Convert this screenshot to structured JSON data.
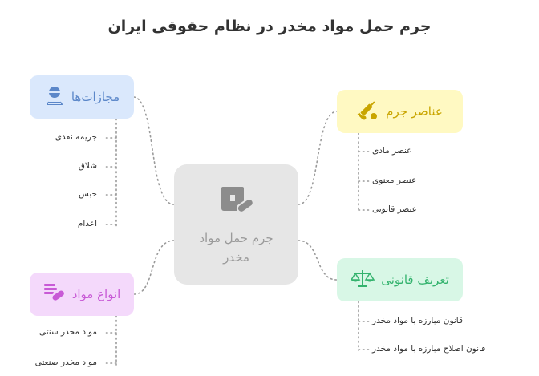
{
  "title": "جرم حمل مواد مخدر در نظام حقوقی ایران",
  "center": {
    "label": "جرم حمل مواد مخدر",
    "icon": "pill-box-icon"
  },
  "branches": {
    "penalties": {
      "label": "مجازات‌ها",
      "icon": "prisoner-icon",
      "color": "#5b87c9",
      "items": [
        "جریمه نقدی",
        "شلاق",
        "حبس",
        "اعدام"
      ]
    },
    "elements": {
      "label": "عناصر جرم",
      "icon": "syringe-pills-icon",
      "color": "#c9a500",
      "items": [
        "عنصر مادی",
        "عنصر معنوی",
        "عنصر قانونی"
      ]
    },
    "legal": {
      "label": "تعریف قانونی",
      "icon": "scales-icon",
      "color": "#34b36e",
      "items": [
        "قانون مبارزه با مواد مخدر",
        "قانون اصلاح مبارزه با مواد مخدر"
      ]
    },
    "types": {
      "label": "انواع مواد",
      "icon": "capsules-icon",
      "color": "#c85ad6",
      "items": [
        "مواد مخدر سنتی",
        "مواد مخدر صنعتی"
      ]
    }
  }
}
